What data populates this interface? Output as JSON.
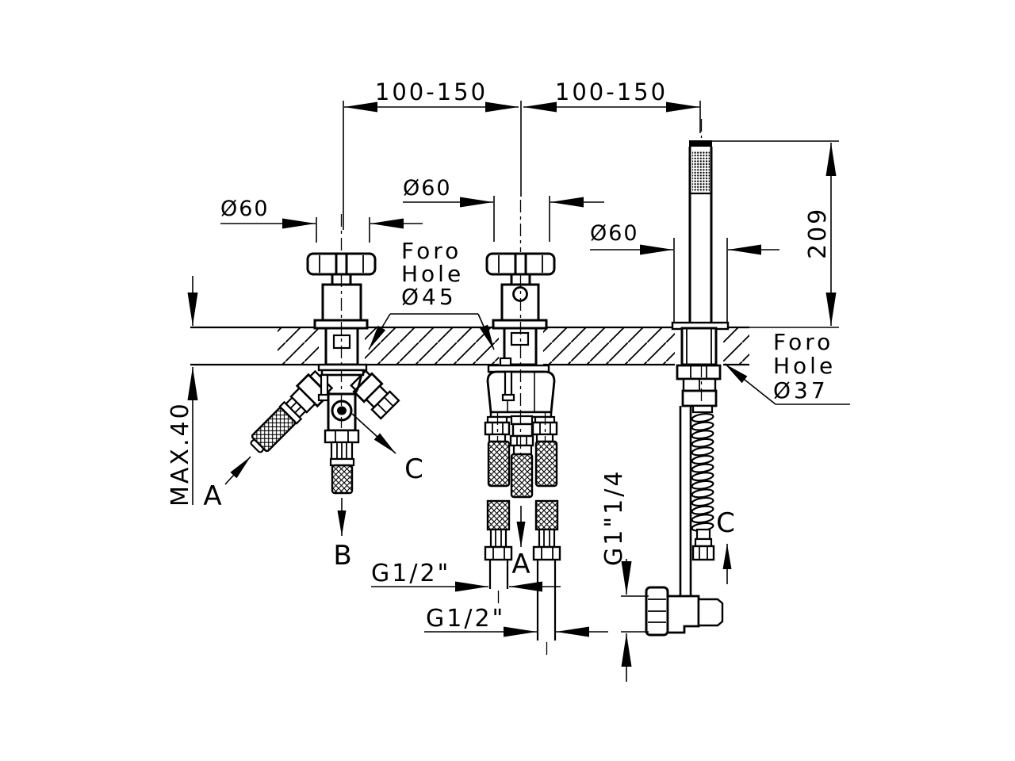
{
  "meta": {
    "background": "#ffffff",
    "ink": "#000000",
    "drawing_type": "deck-mounted bath mixer installation diagram"
  },
  "dimensions": {
    "top_left": "100-150",
    "top_right": "100-150",
    "dia_handle_left": "Ø60",
    "dia_handle_mid": "Ø60",
    "dia_handshower": "Ø60",
    "handshower_height": "209",
    "deck_thickness": "MAX.40",
    "hole_mid": {
      "l1": "Foro",
      "l2": "Hole",
      "l3": "Ø45"
    },
    "hole_right": {
      "l1": "Foro",
      "l2": "Hole",
      "l3": "Ø37"
    },
    "thread_left": "G1/2\"",
    "thread_right": "G1/2\"",
    "thread_elbow": "G1\"1/4"
  },
  "labels": {
    "a_left": "A",
    "b_left": "B",
    "c_left": "C",
    "a_mid": "A",
    "c_right": "C"
  }
}
